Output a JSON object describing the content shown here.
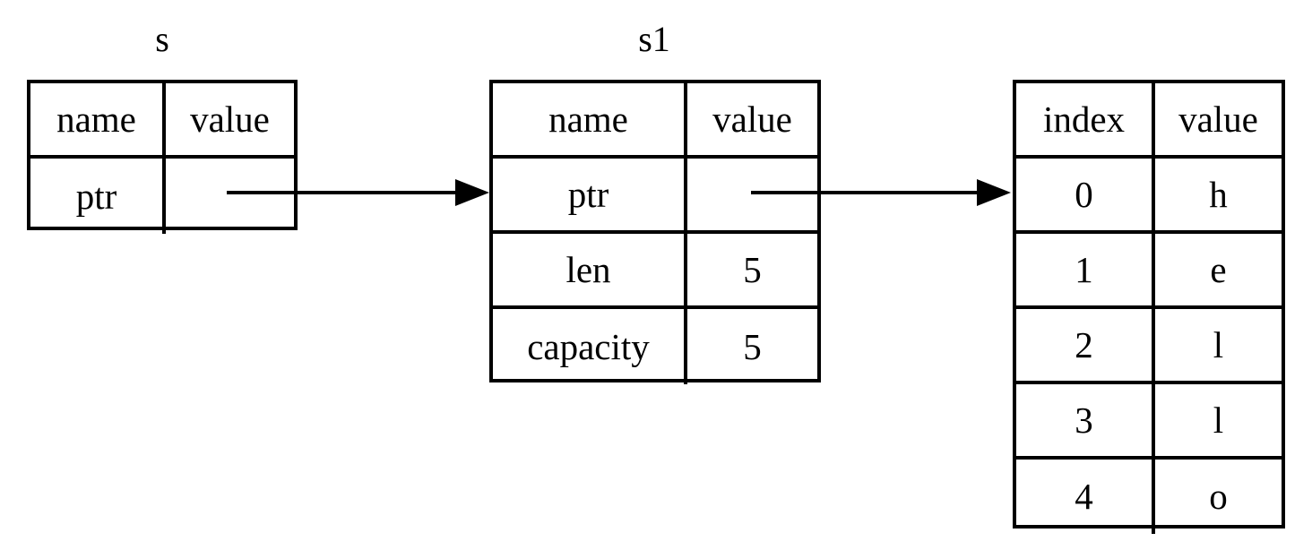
{
  "diagram": {
    "title_labels": {
      "s": "s",
      "s1": "s1"
    },
    "tables": [
      {
        "id": "s",
        "label": "s",
        "header": {
          "name": "name",
          "value": "value"
        },
        "rows": [
          {
            "name": "ptr",
            "value": ""
          }
        ]
      },
      {
        "id": "s1",
        "label": "s1",
        "header": {
          "name": "name",
          "value": "value"
        },
        "rows": [
          {
            "name": "ptr",
            "value": ""
          },
          {
            "name": "len",
            "value": "5"
          },
          {
            "name": "capacity",
            "value": "5"
          }
        ]
      },
      {
        "id": "buffer",
        "label": "",
        "header": {
          "name": "index",
          "value": "value"
        },
        "rows": [
          {
            "name": "0",
            "value": "h"
          },
          {
            "name": "1",
            "value": "e"
          },
          {
            "name": "2",
            "value": "l"
          },
          {
            "name": "3",
            "value": "l"
          },
          {
            "name": "4",
            "value": "o"
          }
        ]
      }
    ],
    "arrows": [
      {
        "id": "s-to-s1",
        "from": "s.ptr",
        "to": "s1"
      },
      {
        "id": "s1-to-buffer",
        "from": "s1.ptr",
        "to": "buffer"
      }
    ],
    "colors": {
      "stroke": "#000000",
      "background": "#ffffff",
      "text": "#000000"
    }
  }
}
